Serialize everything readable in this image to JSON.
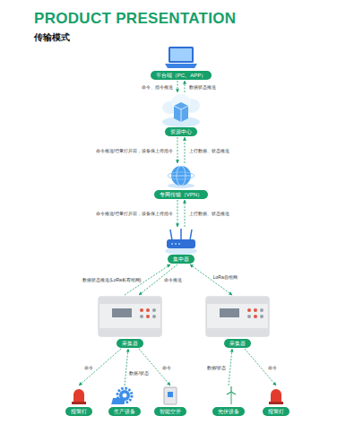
{
  "diagram": {
    "title": "PRODUCT PRESENTATION",
    "nodes": [
      {
        "text": [
          "平台端（PC、APP）"
        ]
      },
      {
        "text": [
          "资源中心"
        ]
      },
      {
        "text": [
          "专网传输（VPN）"
        ]
      },
      {
        "text": [
          "集中器"
        ]
      },
      {
        "text": [
          "采集器"
        ]
      },
      {
        "text": [
          "采集器"
        ]
      },
      {
        "text": [
          "报警灯"
        ]
      },
      {
        "text": [
          "生产设备"
        ]
      },
      {
        "text": [
          "智能空开"
        ]
      },
      {
        "text": [
          "光伏设备"
        ]
      },
      {
        "text": [
          "报警灯"
        ]
      }
    ],
    "edges": [
      {
        "from": 0,
        "to": 1,
        "label": "命令、指令推送",
        "arrow": "to"
      },
      {
        "from": 1,
        "to": 0,
        "label": "数据状态推送",
        "arrow": "to"
      },
      {
        "from": 1,
        "to": 2,
        "label": "命令推送/增量打开前，设备保上传指令",
        "arrow": "to"
      },
      {
        "from": 2,
        "to": 1,
        "label": "上行数据、状态推送",
        "arrow": "to"
      },
      {
        "from": 2,
        "to": 3,
        "label": "命令推送/增量打开前，设备保上传指令",
        "arrow": "to"
      },
      {
        "from": 3,
        "to": 2,
        "label": "上行数据、状态推送",
        "arrow": "to"
      },
      {
        "from": 4,
        "to": 3,
        "label": "数据状态推送(LoRa私有组网)",
        "arrow": "to"
      },
      {
        "from": 3,
        "to": 4,
        "label": "命令推送",
        "arrow": "to"
      },
      {
        "from": 3,
        "to": 5,
        "label": "LoRa自组网",
        "arrow": "both"
      },
      {
        "from": 4,
        "to": 6,
        "label": "命令",
        "arrow": "to"
      },
      {
        "from": 7,
        "to": 4,
        "label": "数据/状态",
        "arrow": "to"
      },
      {
        "from": 4,
        "to": 8,
        "label": "命令",
        "arrow": "to"
      },
      {
        "from": 9,
        "to": 5,
        "label": "数据/状态",
        "arrow": "to"
      },
      {
        "from": 5,
        "to": 10,
        "label": "命令",
        "arrow": "to"
      }
    ],
    "labels": [
      "传输模式"
    ]
  }
}
